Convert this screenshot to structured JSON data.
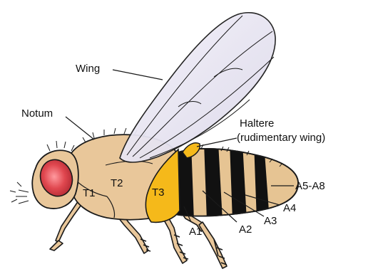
{
  "labels": {
    "wing": "Wing",
    "notum": "Notum",
    "haltere_line1": "Haltere",
    "haltere_line2": "(rudimentary wing)",
    "t1": "T1",
    "t2": "T2",
    "t3": "T3",
    "a1": "A1",
    "a2": "A2",
    "a3": "A3",
    "a4": "A4",
    "a5_a8": "A5-A8"
  },
  "colors": {
    "outline": "#1a1a1a",
    "thorax": "#e9c79a",
    "t3_highlight": "#f5b91a",
    "abdomen_stripe": "#111111",
    "abdomen_tan": "#e6c493",
    "eye": "#e0474f",
    "wing_fill": "#e8e6f2"
  }
}
